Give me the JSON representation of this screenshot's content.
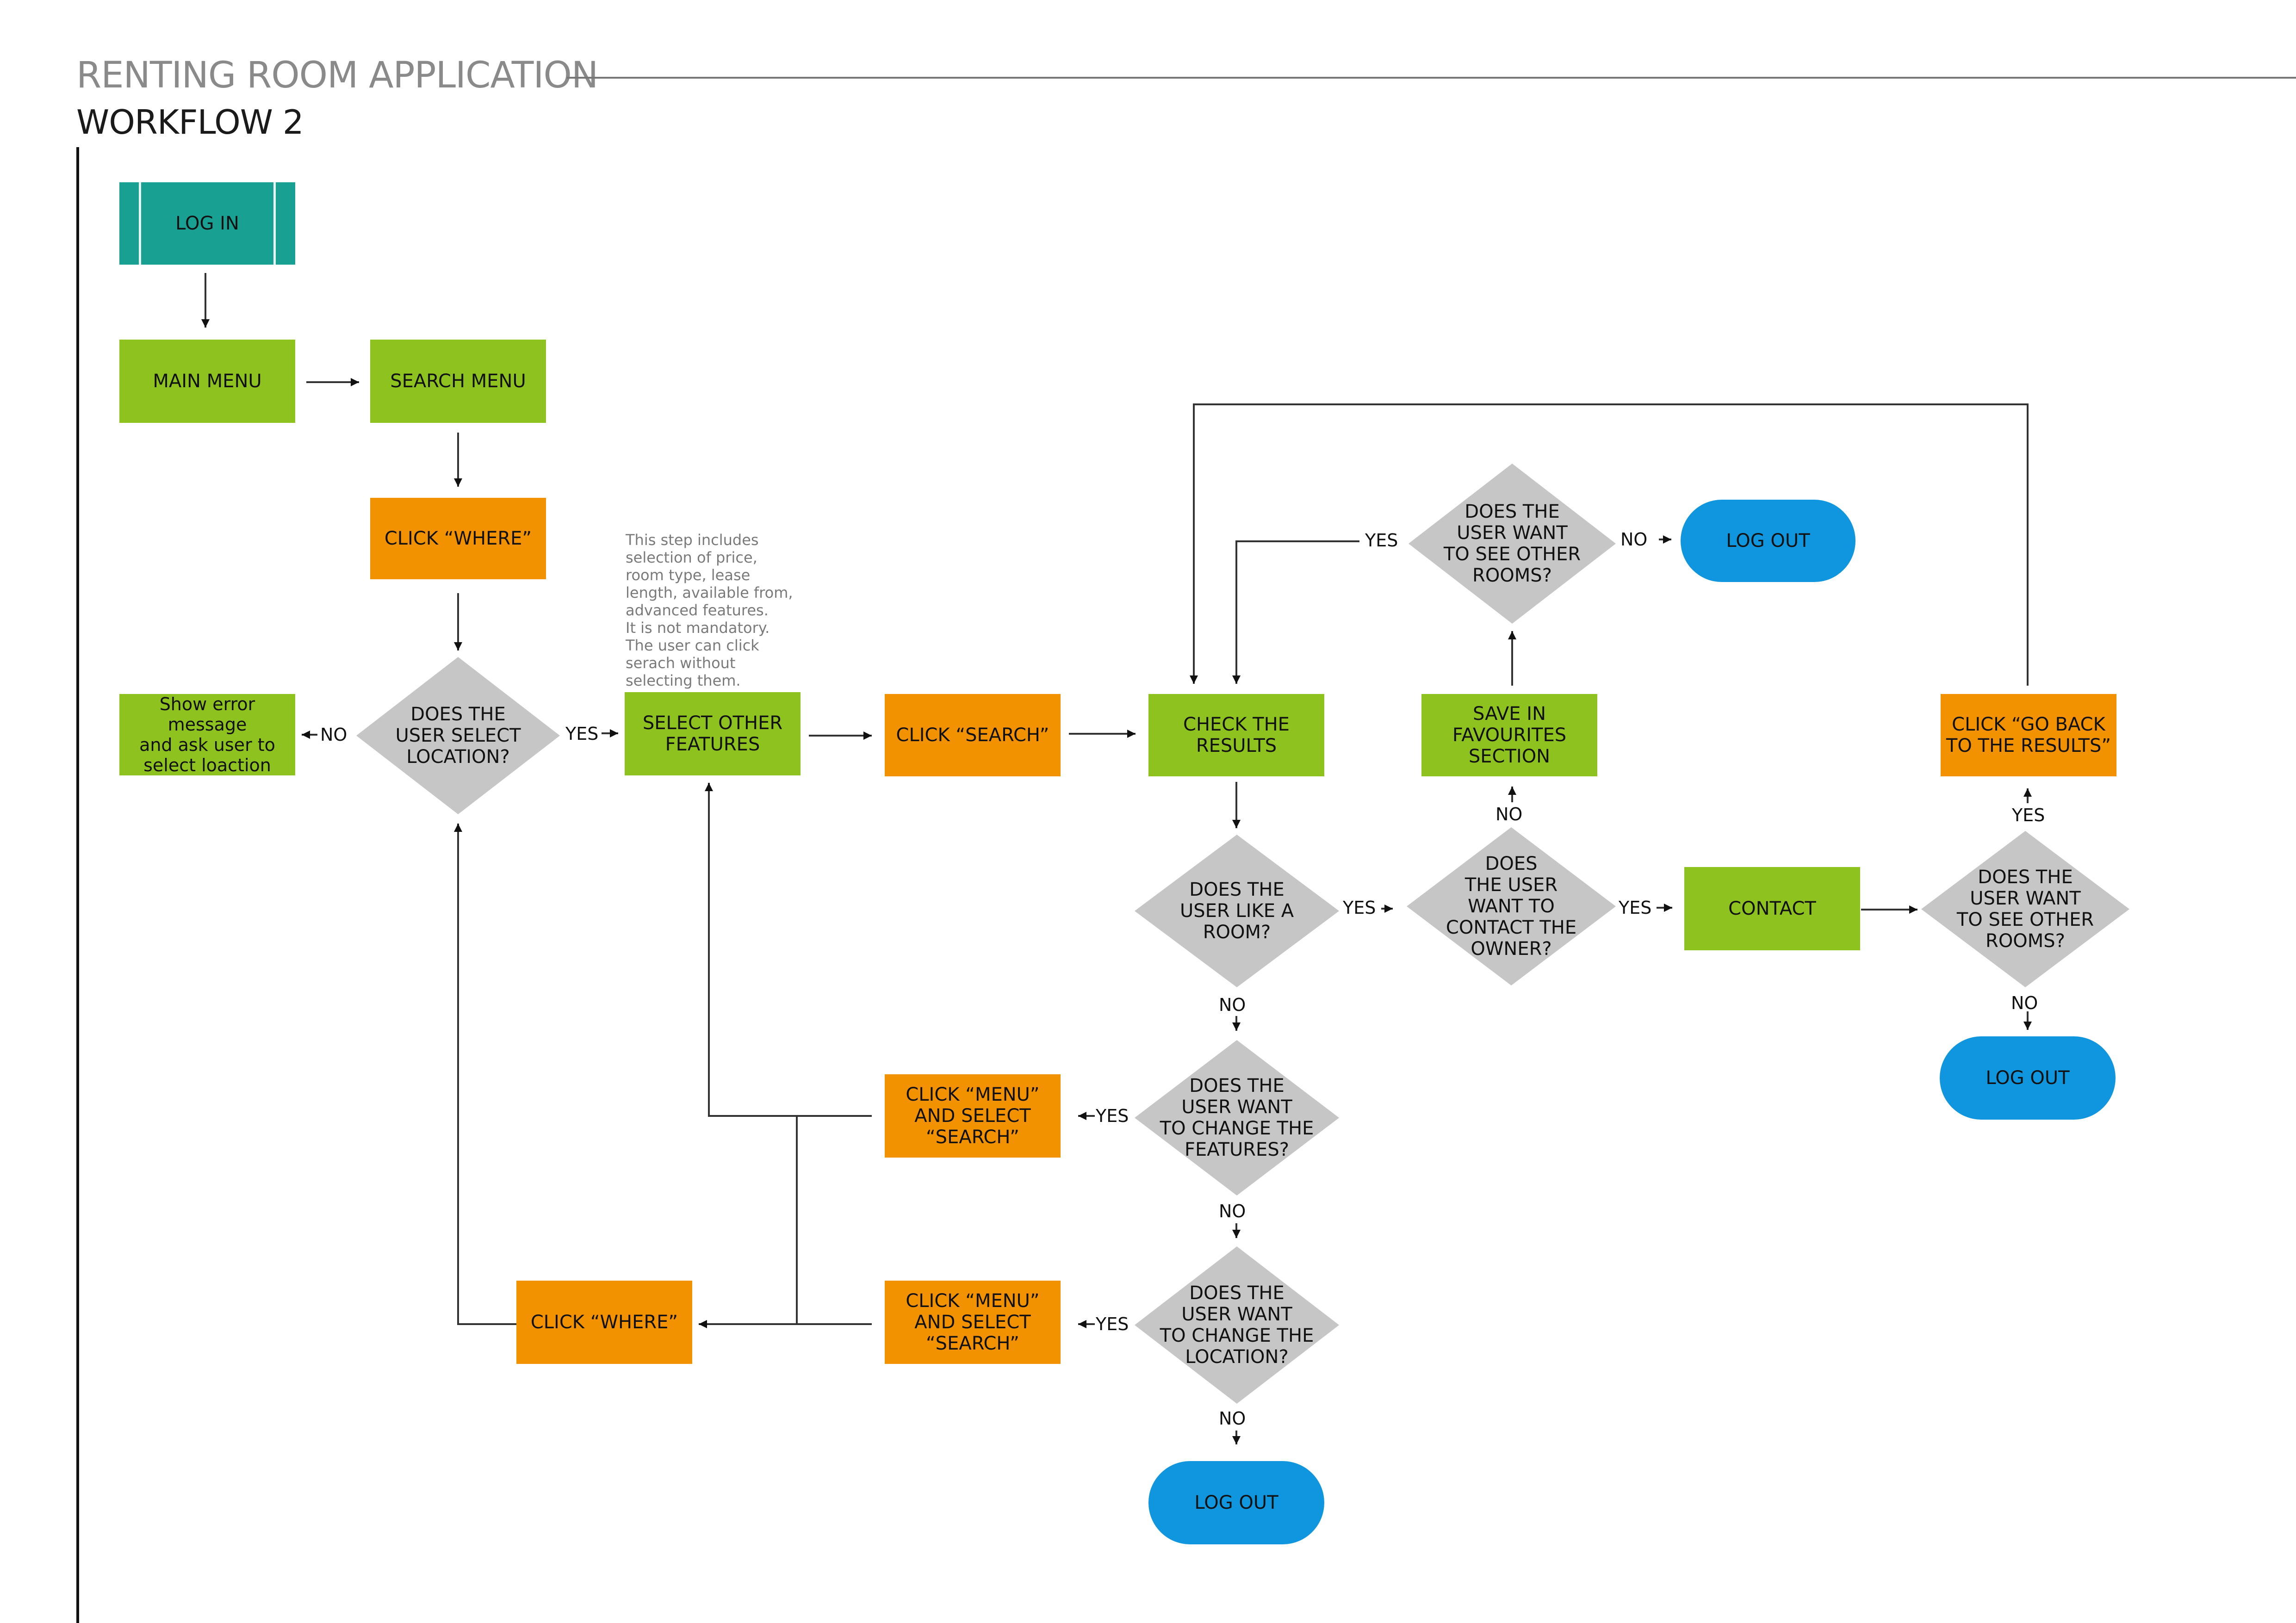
{
  "header": {
    "title": "RENTING ROOM APPLICATION",
    "subtitle": "WORKFLOW 2"
  },
  "colors": {
    "process": "#8dc21f",
    "action": "#f39200",
    "start": "#18a093",
    "terminal": "#0f96de",
    "decision": "#c6c6c6",
    "line": "#333333"
  },
  "note": "This step includes\nselection of price,\nroom type, lease\nlength, available from,\nadvanced features.\nIt is not mandatory.\nThe user can click\nserach without\nselecting them.",
  "nodes": {
    "login": "LOG IN",
    "main_menu": "MAIN MENU",
    "search_menu": "SEARCH MENU",
    "click_where": "CLICK “WHERE”",
    "select_location_q": "DOES THE\nUSER SELECT\nLOCATION?",
    "error": "Show error message\nand ask user to\nselect loaction",
    "select_features": "SELECT OTHER\nFEATURES",
    "click_search": "CLICK “SEARCH”",
    "check_results": "CHECK THE\nRESULTS",
    "like_room_q": "DOES THE\nUSER LIKE A\nROOM?",
    "contact_owner_q": "DOES\nTHE USER\nWANT TO\nCONTACT THE\nOWNER?",
    "save_fav": "SAVE IN\nFAVOURITES\nSECTION",
    "see_other_q1": "DOES THE\nUSER WANT\nTO SEE OTHER\nROOMS?",
    "logout1": "LOG OUT",
    "contact": "CONTACT",
    "see_other_q2": "DOES THE\nUSER WANT\nTO SEE OTHER\nROOMS?",
    "go_back": "CLICK “GO BACK\nTO THE RESULTS”",
    "logout2": "LOG OUT",
    "change_features_q": "DOES THE\nUSER WANT\nTO CHANGE THE\nFEATURES?",
    "menu_search1": "CLICK “MENU”\nAND SELECT\n“SEARCH”",
    "change_location_q": "DOES THE\nUSER WANT\nTO CHANGE THE\nLOCATION?",
    "menu_search2": "CLICK “MENU”\nAND SELECT\n“SEARCH”",
    "click_where2": "CLICK “WHERE”",
    "logout3": "LOG OUT"
  },
  "labels": {
    "yes": "YES",
    "no": "NO"
  }
}
